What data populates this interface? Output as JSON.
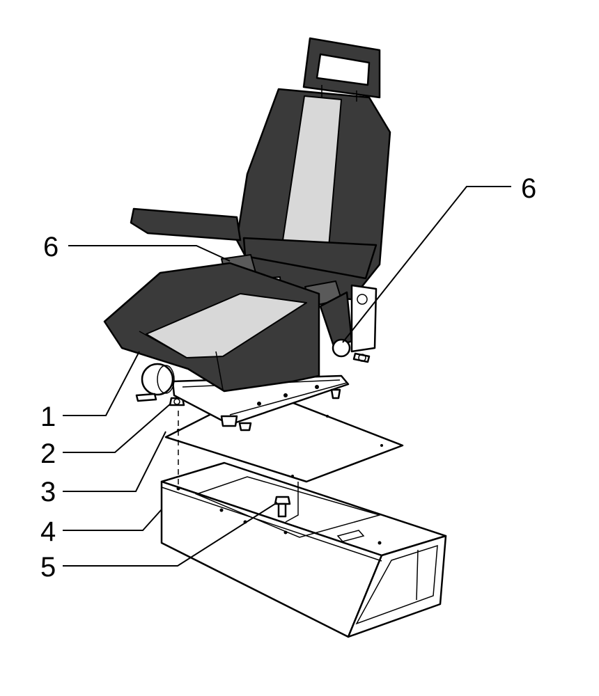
{
  "diagram": {
    "callouts": [
      {
        "id": "cal-1",
        "label": "1"
      },
      {
        "id": "cal-2",
        "label": "2"
      },
      {
        "id": "cal-3",
        "label": "3"
      },
      {
        "id": "cal-4",
        "label": "4"
      },
      {
        "id": "cal-5",
        "label": "5"
      },
      {
        "id": "cal-6-left",
        "label": "6"
      },
      {
        "id": "cal-6-right",
        "label": "6"
      }
    ]
  },
  "colors": {
    "ink": "#000000",
    "paper": "#ffffff",
    "fabric_dark": "#3a3a3a",
    "fabric_mid": "#5a5a5a",
    "fabric_light": "#d8d8d8"
  }
}
